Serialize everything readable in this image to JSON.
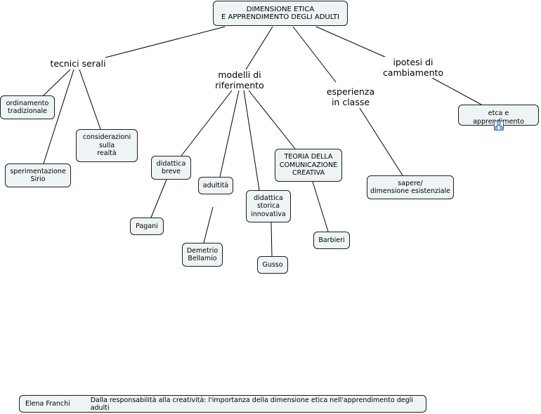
{
  "root": "DIMENSIONE ETICA\nE APPRENDIMENTO DEGLI ADULTI",
  "phrases": {
    "tecnici": "tecnici serali",
    "modelli": "modelli di\nriferimento",
    "esperienza": "esperienza\nin classe",
    "ipotesi": "ipotesi di\ncambiamento"
  },
  "concepts": {
    "ordinamento": "ordinamento\ntradizionale",
    "sperimentazione": "sperimentazione\nSirio",
    "considerazioni": "considerazioni\nsulla\nrealtà",
    "didattica_breve": "didattica\nbreve",
    "pagani": "Pagani",
    "adulta": "adultità",
    "bellamio": "Demetrio\nBellamio",
    "storica": "didattica\nstorica\ninnovativa",
    "gusso": "Gusso",
    "teoria": "TEORIA DELLA\nCOMUNICAZIONE\nCREATIVA",
    "barbieri": "Barbieri",
    "sapere": "sapere/\ndimensione esistenziale",
    "etca": "etca e apprendimento"
  },
  "icons": {
    "map_link": "concept-map-icon"
  },
  "footer": {
    "author": "Elena Franchi",
    "title": "Dalla responsabilità alla creatività: l'importanza della dimensione etica nell'apprendimento degli adulti"
  },
  "colors": {
    "node_fill": "#eef3f6",
    "border": "#1e1e1e",
    "icon_blue": "#2a5ea8"
  }
}
